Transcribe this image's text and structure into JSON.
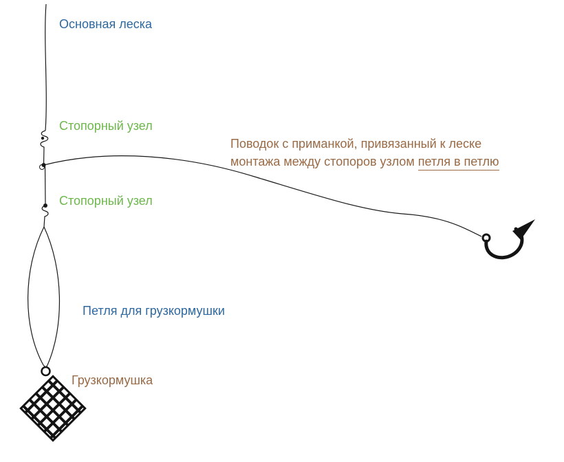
{
  "labels": {
    "main_line": "Основная леска",
    "stopper_knot_top": "Стопорный узел",
    "stopper_knot_bottom": "Стопорный узел",
    "leader_note_line1": "Поводок с приманкой, привязанный к леске",
    "leader_note_line2_prefix": "монтажа между стопоров узлом ",
    "leader_note_underlined": "петля в петлю",
    "feeder_loop": "Петля для грузкормушки",
    "feeder": "Грузкормушка"
  },
  "colors": {
    "label_blue": "#2E689E",
    "label_green": "#6DB74C",
    "label_brown": "#9A6A45",
    "line_black": "#1A1A1A"
  },
  "icons": {
    "hook": "fishing-hook-icon",
    "feeder": "feeder-basket-icon",
    "ring": "swivel-ring-icon"
  }
}
